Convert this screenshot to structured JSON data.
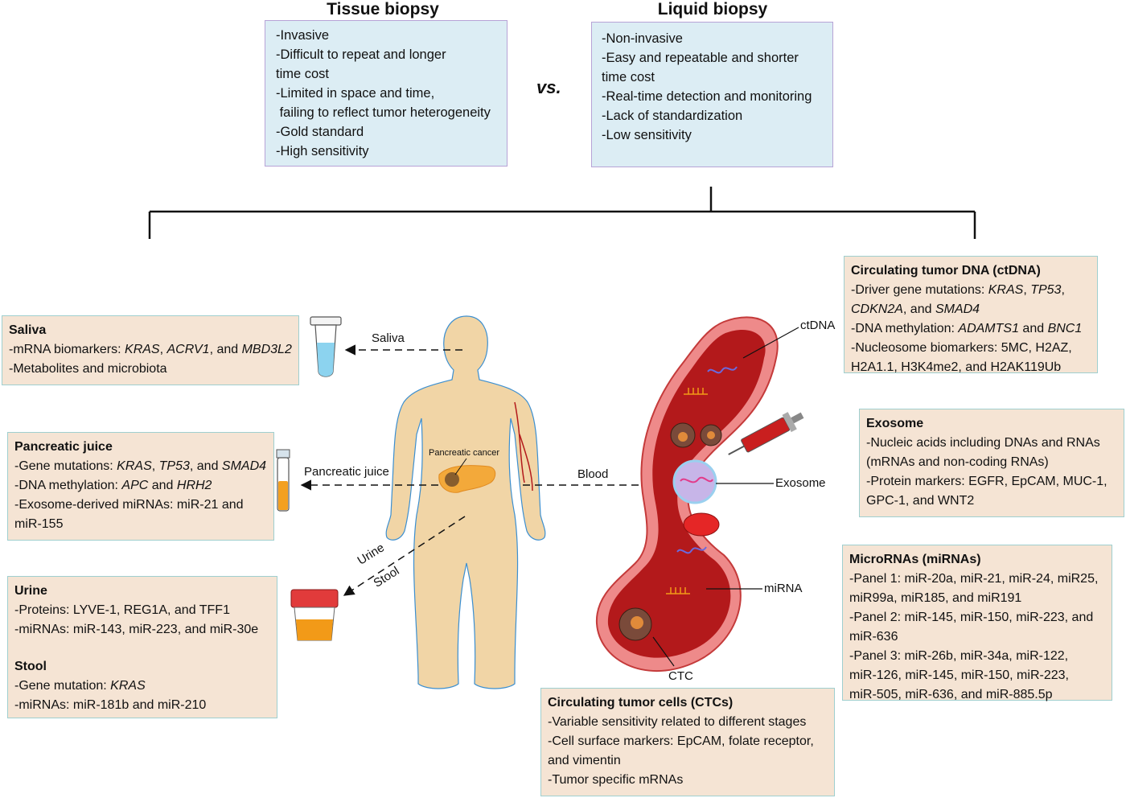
{
  "tissue": {
    "title": "Tissue biopsy",
    "items": [
      "-Invasive",
      "-Difficult to repeat and longer",
      "time cost",
      "-Limited in space and time,",
      " failing to reflect tumor heterogeneity",
      "-Gold standard",
      "-High sensitivity"
    ]
  },
  "liquid": {
    "title": "Liquid biopsy",
    "items": [
      "-Non-invasive",
      "-Easy and repeatable and shorter",
      "time cost",
      "-Real-time detection and monitoring",
      "-Lack of standardization",
      "-Low sensitivity"
    ]
  },
  "vs_label": "vs.",
  "saliva": {
    "title": "Saliva",
    "l1_pre": "-mRNA biomarkers: ",
    "l1_g1": "KRAS",
    "l1_s1": ", ",
    "l1_g2": "ACRV1",
    "l1_s2": ", and ",
    "l1_g3": "MBD3L2",
    "l2": "-Metabolites and microbiota"
  },
  "pancreatic_juice": {
    "title": "Pancreatic juice",
    "l1_pre": "-Gene mutations: ",
    "l1_g1": "KRAS",
    "l1_s1": ", ",
    "l1_g2": "TP53",
    "l1_s2": ", and ",
    "l1_g3": "SMAD4",
    "l2_pre": "-DNA methylation: ",
    "l2_g1": "APC",
    "l2_s1": " and ",
    "l2_g2": "HRH2",
    "l3": "-Exosome-derived miRNAs: miR-21 and",
    "l4": "miR-155"
  },
  "urine": {
    "title": "Urine",
    "l1": "-Proteins: LYVE-1, REG1A, and TFF1",
    "l2": "-miRNAs: miR-143, miR-223, and miR-30e"
  },
  "stool": {
    "title": "Stool",
    "l1_pre": "-Gene mutation: ",
    "l1_g1": "KRAS",
    "l2": "-miRNAs: miR-181b and miR-210"
  },
  "ctdna": {
    "title": "Circulating tumor DNA (ctDNA)",
    "l1_pre": "-Driver gene mutations: ",
    "l1_g1": "KRAS",
    "l1_s1": ", ",
    "l1_g2": "TP53",
    "l1_s2": ",",
    "l2_g1": "CDKN2A",
    "l2_s1": ", and ",
    "l2_g2": "SMAD4",
    "l3_pre": "-DNA methylation: ",
    "l3_g1": "ADAMTS1",
    "l3_s1": " and ",
    "l3_g2": "BNC1",
    "l4": "-Nucleosome biomarkers: 5MC, H2AZ,",
    "l5": "H2A1.1, H3K4me2, and H2AK119Ub"
  },
  "exosome": {
    "title": "Exosome",
    "items": [
      "-Nucleic acids including DNAs and RNAs",
      "(mRNAs and non-coding RNAs)",
      "-Protein markers: EGFR, EpCAM, MUC-1,",
      "GPC-1, and WNT2"
    ]
  },
  "mirna": {
    "title": "MicroRNAs (miRNAs)",
    "items": [
      "-Panel 1: miR-20a, miR-21, miR-24, miR25,",
      "miR99a, miR185, and miR191",
      "-Panel 2: miR-145, miR-150, miR-223, and",
      "miR-636",
      "-Panel 3: miR-26b, miR-34a, miR-122,",
      "miR-126, miR-145, miR-150, miR-223,",
      "miR-505, miR-636, and miR-885.5p"
    ]
  },
  "ctc": {
    "title": "Circulating tumor cells (CTCs)",
    "items": [
      "-Variable sensitivity related to different stages",
      "-Cell surface markers: EpCAM, folate receptor,",
      "and vimentin",
      "-Tumor specific mRNAs"
    ]
  },
  "figure_labels": {
    "saliva": "Saliva",
    "pancreatic_juice": "Pancreatic juice",
    "blood": "Blood",
    "urine": "Urine",
    "stool": "Stool",
    "pancreatic_cancer": "Pancreatic cancer",
    "ctdna": "ctDNA",
    "exosome": "Exosome",
    "mirna": "miRNA",
    "ctc": "CTC"
  },
  "colors": {
    "blue_box": "#dcedf4",
    "tan_box": "#f5e4d4",
    "body_skin": "#f1d5a6",
    "vessel_red": "#b3191b",
    "pancreas": "#f3a93a"
  }
}
